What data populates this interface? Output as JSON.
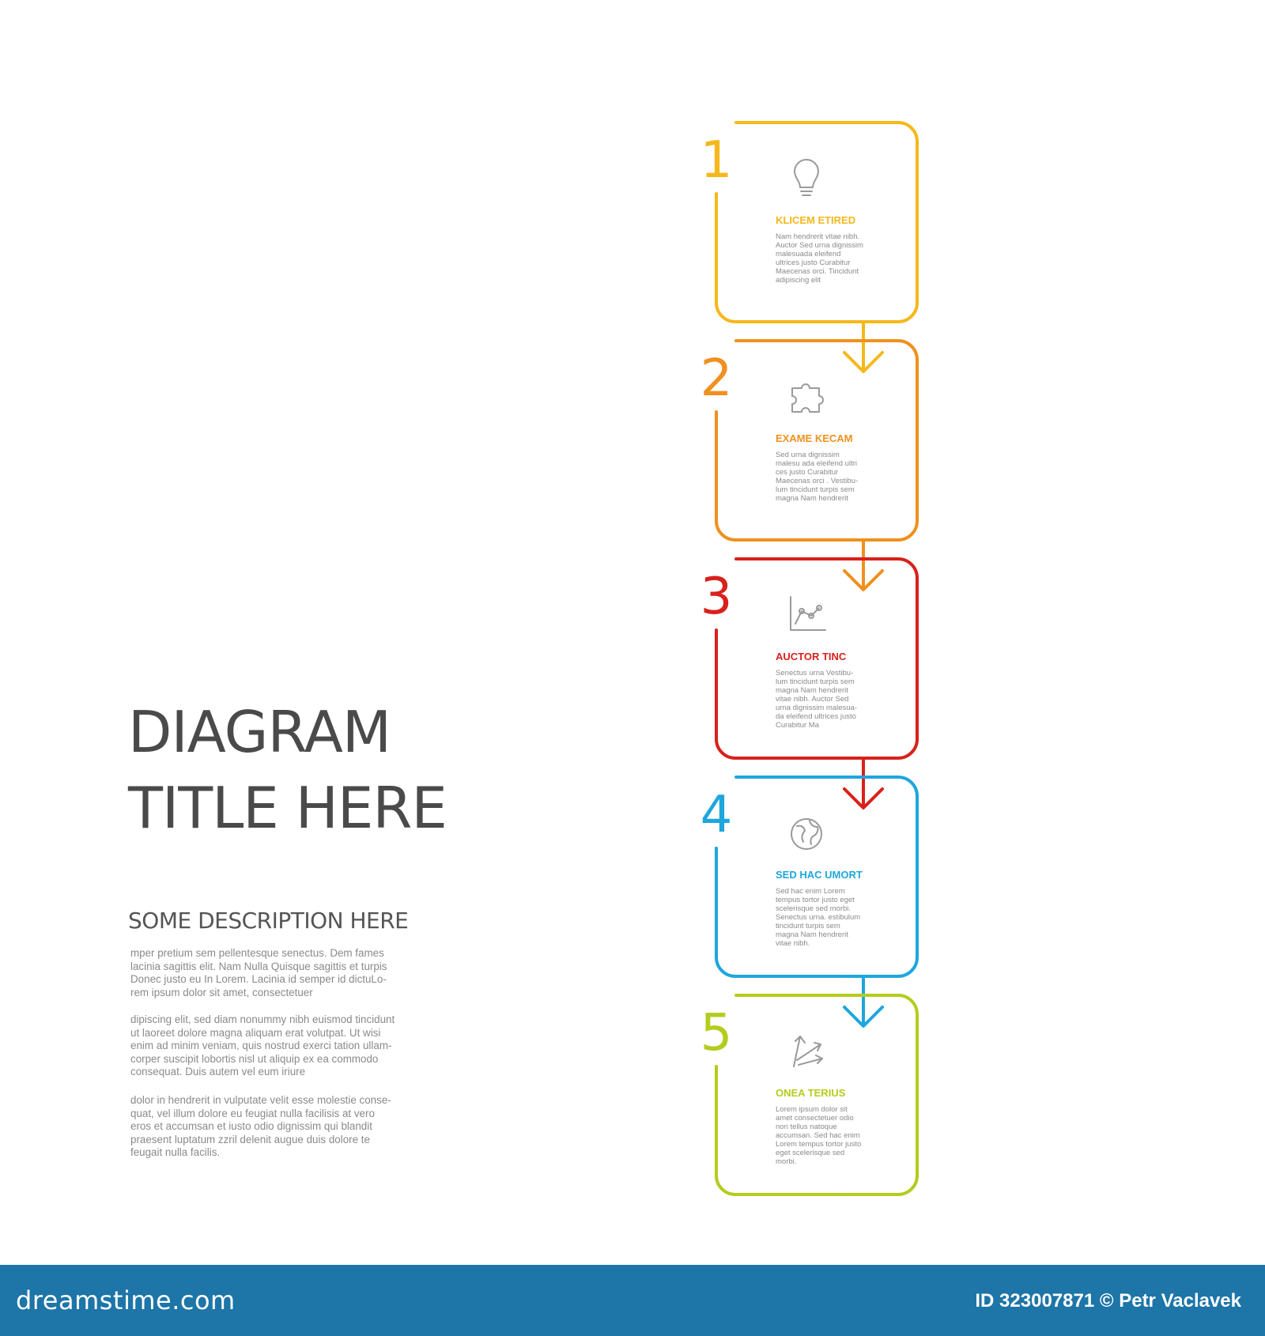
{
  "title": {
    "line1": "DIAGRAM",
    "line2": "TITLE HERE"
  },
  "description": {
    "heading": "SOME DESCRIPTION HERE",
    "paragraphs": [
      [
        "mper pretium sem pellentesque senectus. Dem fames",
        "lacinia sagittis elit. Nam Nulla Quisque sagittis et turpis",
        "Donec justo eu In Lorem. Lacinia id semper id dictuLo-",
        "rem ipsum dolor sit amet, consectetuer"
      ],
      [
        "dipiscing elit, sed diam nonummy nibh euismod tincidunt",
        "ut laoreet dolore magna aliquam erat volutpat. Ut wisi",
        "enim ad minim veniam, quis nostrud exerci tation ullam-",
        "corper suscipit lobortis nisl ut aliquip ex ea commodo",
        "consequat. Duis autem vel eum iriure"
      ],
      [
        "dolor in hendrerit in vulputate velit esse molestie conse-",
        "quat, vel illum dolore eu feugiat nulla facilisis at vero",
        "eros et accumsan et iusto odio dignissim qui blandit",
        "praesent luptatum zzril delenit augue duis dolore te",
        "feugait nulla facilis."
      ]
    ]
  },
  "steps": [
    {
      "number": "1",
      "color": "#f5b81c",
      "icon": "lightbulb-icon",
      "title": "KLICEM ETIRED",
      "lines": [
        "Nam hendrerit vitae nibh.",
        "Auctor Sed urna dignissim",
        "malesuada eleifend",
        "ultrices justo Curabitur",
        "Maecenas orci. Tincidunt",
        "adipiscing elit"
      ]
    },
    {
      "number": "2",
      "color": "#f0901e",
      "icon": "puzzle-icon",
      "title": "EXAME KECAM",
      "lines": [
        "Sed urna dignissim",
        "malesu ada eleifend ultri",
        "ces justo Curabitur",
        "Maecenas orci . Vestibu-",
        "lum tincidunt turpis sem",
        "magna Nam hendrerit"
      ]
    },
    {
      "number": "3",
      "color": "#d8211b",
      "icon": "chart-icon",
      "title": "AUCTOR TINC",
      "lines": [
        "Senectus urna Vestibu-",
        "lum tincidunt turpis sem",
        "magna Nam hendrerit",
        "vitae nibh. Auctor Sed",
        "urna dignissim malesua-",
        "da eleifend ultrices justo",
        "Curabitur Ma"
      ]
    },
    {
      "number": "4",
      "color": "#1ea6dd",
      "icon": "globe-icon",
      "title": "SED HAC UMORT",
      "lines": [
        "Sed hac enim Lorem",
        "tempus tortor justo eget",
        "scelerisque sed morbi.",
        "Senectus urna. estibulum",
        "tincidunt turpis sem",
        "magna Nam hendrerit",
        "vitae nibh."
      ]
    },
    {
      "number": "5",
      "color": "#b4cc1c",
      "icon": "arrows-icon",
      "title": "ONEA TERIUS",
      "lines": [
        "Lorem ipsum dolor sit",
        "amet consectetuer odio",
        "non tellus natoque",
        "accumsan. Sed hac enim",
        "Lorem tempus tortor justo",
        "eget scelerisque sed",
        "morbi."
      ]
    }
  ],
  "footer": {
    "brand": "dreamstime.com",
    "credit": "ID 323007871 © Petr Vaclavek"
  },
  "colors": {
    "background": "#ffffff",
    "text": "#4a4a4a",
    "footer": "#1d75a8",
    "icon": "#9a9a9a"
  }
}
